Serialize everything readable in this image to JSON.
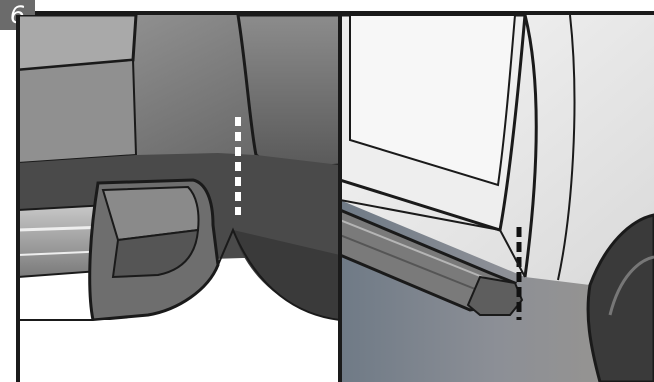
{
  "step": {
    "number": "6"
  },
  "colors": {
    "badge": "#6b6b6b",
    "outline": "#1a1a1a",
    "guide_left": "#ffffff",
    "guide_right": "#111111"
  },
  "panels": [
    {
      "id": "left",
      "icon": "fender-guide-illustration"
    },
    {
      "id": "right",
      "icon": "step-alignment-illustration"
    }
  ]
}
